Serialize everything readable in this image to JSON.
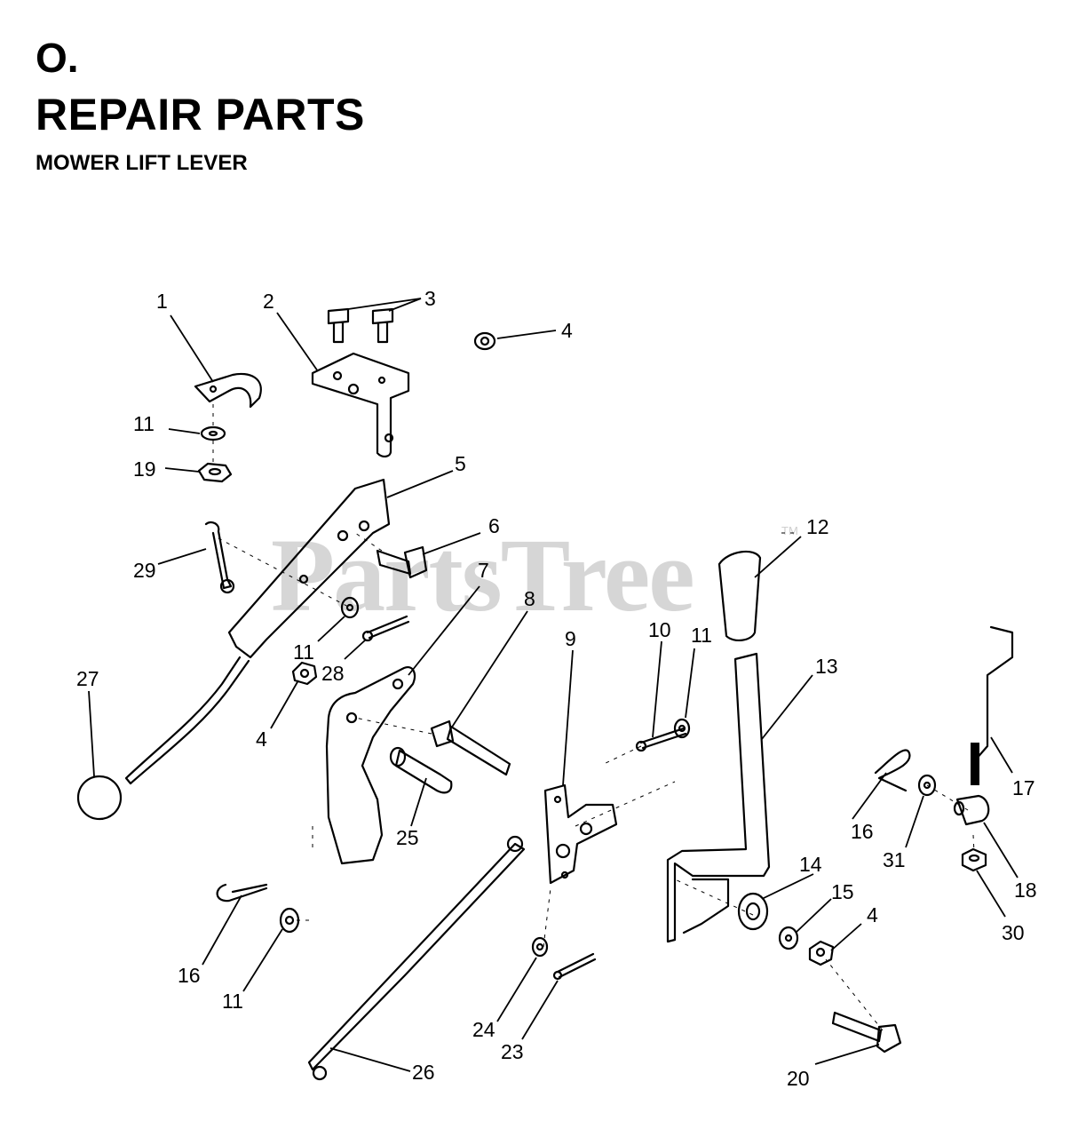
{
  "header": {
    "section": "O.",
    "title": "REPAIR PARTS",
    "subtitle": "MOWER LIFT LEVER"
  },
  "watermark": {
    "text": "PartsTree",
    "tm": "TM"
  },
  "callouts": [
    {
      "id": "c1",
      "label": "1"
    },
    {
      "id": "c2",
      "label": "2"
    },
    {
      "id": "c3",
      "label": "3"
    },
    {
      "id": "c4a",
      "label": "4"
    },
    {
      "id": "c5",
      "label": "5"
    },
    {
      "id": "c6",
      "label": "6"
    },
    {
      "id": "c7",
      "label": "7"
    },
    {
      "id": "c8",
      "label": "8"
    },
    {
      "id": "c9",
      "label": "9"
    },
    {
      "id": "c10",
      "label": "10"
    },
    {
      "id": "c11a",
      "label": "11"
    },
    {
      "id": "c11b",
      "label": "11"
    },
    {
      "id": "c11c",
      "label": "11"
    },
    {
      "id": "c11d",
      "label": "11"
    },
    {
      "id": "c12",
      "label": "12"
    },
    {
      "id": "c13",
      "label": "13"
    },
    {
      "id": "c14",
      "label": "14"
    },
    {
      "id": "c15",
      "label": "15"
    },
    {
      "id": "c4b",
      "label": "4"
    },
    {
      "id": "c4c",
      "label": "4"
    },
    {
      "id": "c16a",
      "label": "16"
    },
    {
      "id": "c16b",
      "label": "16"
    },
    {
      "id": "c17",
      "label": "17"
    },
    {
      "id": "c18",
      "label": "18"
    },
    {
      "id": "c19",
      "label": "19"
    },
    {
      "id": "c20",
      "label": "20"
    },
    {
      "id": "c23",
      "label": "23"
    },
    {
      "id": "c24",
      "label": "24"
    },
    {
      "id": "c25",
      "label": "25"
    },
    {
      "id": "c26",
      "label": "26"
    },
    {
      "id": "c27",
      "label": "27"
    },
    {
      "id": "c28",
      "label": "28"
    },
    {
      "id": "c29",
      "label": "29"
    },
    {
      "id": "c30",
      "label": "30"
    },
    {
      "id": "c31",
      "label": "31"
    }
  ]
}
